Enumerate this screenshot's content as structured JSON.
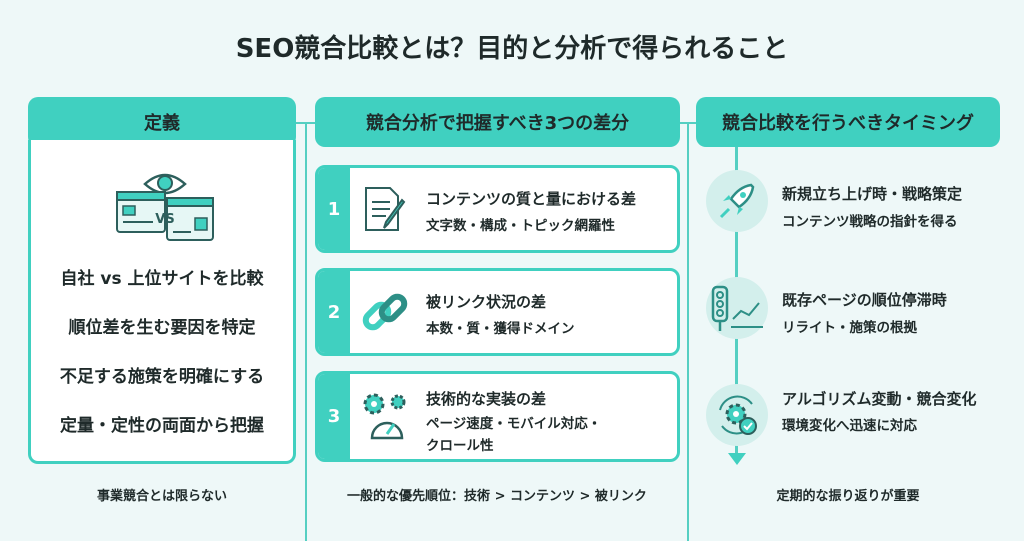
{
  "title": "SEO競合比較とは？目的と分析で得られること",
  "definition": {
    "header": "定義",
    "icon_label": "VS",
    "items": [
      "自社 vs 上位サイトを比較",
      "順位差を生む要因を特定",
      "不足する施策を明確にする",
      "定量・定性の両面から把握"
    ],
    "footer": "事業競合とは限らない"
  },
  "differences": {
    "header": "競合分析で把握すべき3つの差分",
    "cards": [
      {
        "num": "1",
        "title": "コンテンツの質と量における差",
        "detail": "文字数・構成・トピック網羅性",
        "icon": "document-pencil-icon"
      },
      {
        "num": "2",
        "title": "被リンク状況の差",
        "detail": "本数・質・獲得ドメイン",
        "icon": "link-icon"
      },
      {
        "num": "3",
        "title": "技術的な実装の差",
        "detail": "ページ速度・モバイル対応・",
        "detail2": "クロール性",
        "icon": "gears-gauge-icon"
      }
    ],
    "footer": "一般的な優先順位：技術 > コンテンツ > 被リンク"
  },
  "timing": {
    "header": "競合比較を行うべきタイミング",
    "items": [
      {
        "title": "新規立ち上げ時・戦略策定",
        "detail": "コンテンツ戦略の指針を得る",
        "icon": "rocket-icon"
      },
      {
        "title": "既存ページの順位停滞時",
        "detail": "リライト・施策の根拠",
        "icon": "traffic-light-chart-icon"
      },
      {
        "title": "アルゴリズム変動・競合変化",
        "detail": "環境変化へ迅速に対応",
        "icon": "gear-cycle-check-icon"
      }
    ],
    "footer": "定期的な振り返りが重要"
  },
  "colors": {
    "accent": "#40d0c0",
    "background": "#eef8f8"
  }
}
